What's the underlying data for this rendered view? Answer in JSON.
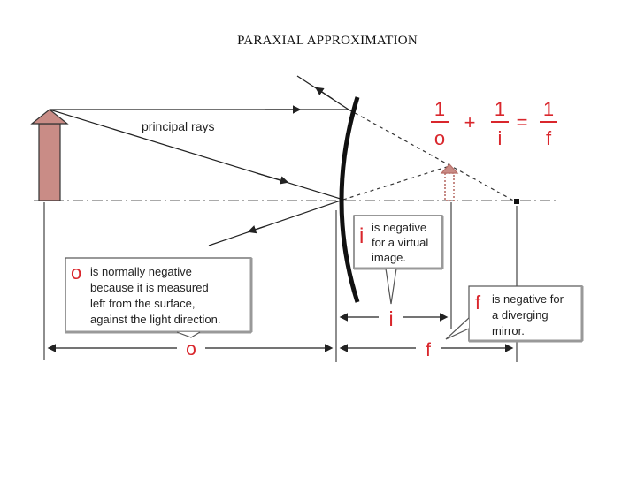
{
  "title": "PARAXIAL APPROXIMATION",
  "colors": {
    "accent_red": "#d9262c",
    "object_arrow": "#c98c86",
    "image_arrow": "#c98c86",
    "mirror": "#111111",
    "box_border": "#555555"
  },
  "labels": {
    "principal_rays": "principal rays",
    "o_axis": "o",
    "i_axis": "i",
    "f_axis": "f"
  },
  "equation": {
    "num1": "1",
    "den1": "o",
    "plus": "+",
    "num2": "1",
    "den2": "i",
    "equals": "=",
    "num3": "1",
    "den3": "f"
  },
  "notes": {
    "o": {
      "symbol": "o",
      "lines": [
        "is normally negative",
        "because it is measured",
        "left from the surface,",
        "against the light direction."
      ]
    },
    "i": {
      "symbol": "i",
      "lines": [
        "is negative",
        "for a virtual",
        "image."
      ]
    },
    "f": {
      "symbol": "f",
      "lines": [
        "is negative for",
        "a diverging",
        "mirror."
      ]
    }
  }
}
